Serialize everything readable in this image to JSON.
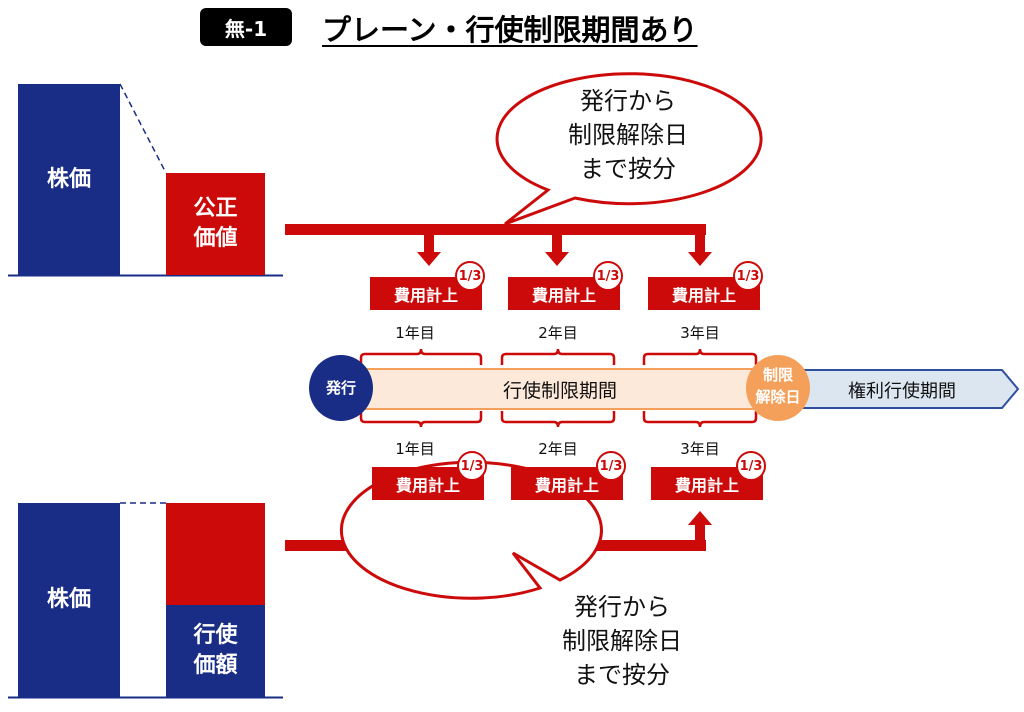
{
  "header": {
    "badge": "無-1",
    "title": "プレーン・行使制限期間あり"
  },
  "top_chart": {
    "stock_price": "株価",
    "fair_value_line1": "公正",
    "fair_value_line2": "価値"
  },
  "bottom_chart": {
    "stock_price": "株価",
    "exercise_price_line1": "行使",
    "exercise_price_line2": "価額"
  },
  "bubble": {
    "line1": "発行から",
    "line2": "制限解除日",
    "line3": "まで按分"
  },
  "cost": {
    "label": "費用計上",
    "fraction": "1/3"
  },
  "years": [
    "1年目",
    "2年目",
    "3年目"
  ],
  "timeline": {
    "issue": "発行",
    "restriction_period": "行使制限期間",
    "release_line1": "制限",
    "release_line2": "解除日",
    "exercise_period": "権利行使期間"
  },
  "colors": {
    "navy": "#1a2d86",
    "red": "#cc0a0a",
    "orange": "#f4a05a",
    "band": "#fde9d9",
    "exercise": "#dce6f0"
  }
}
